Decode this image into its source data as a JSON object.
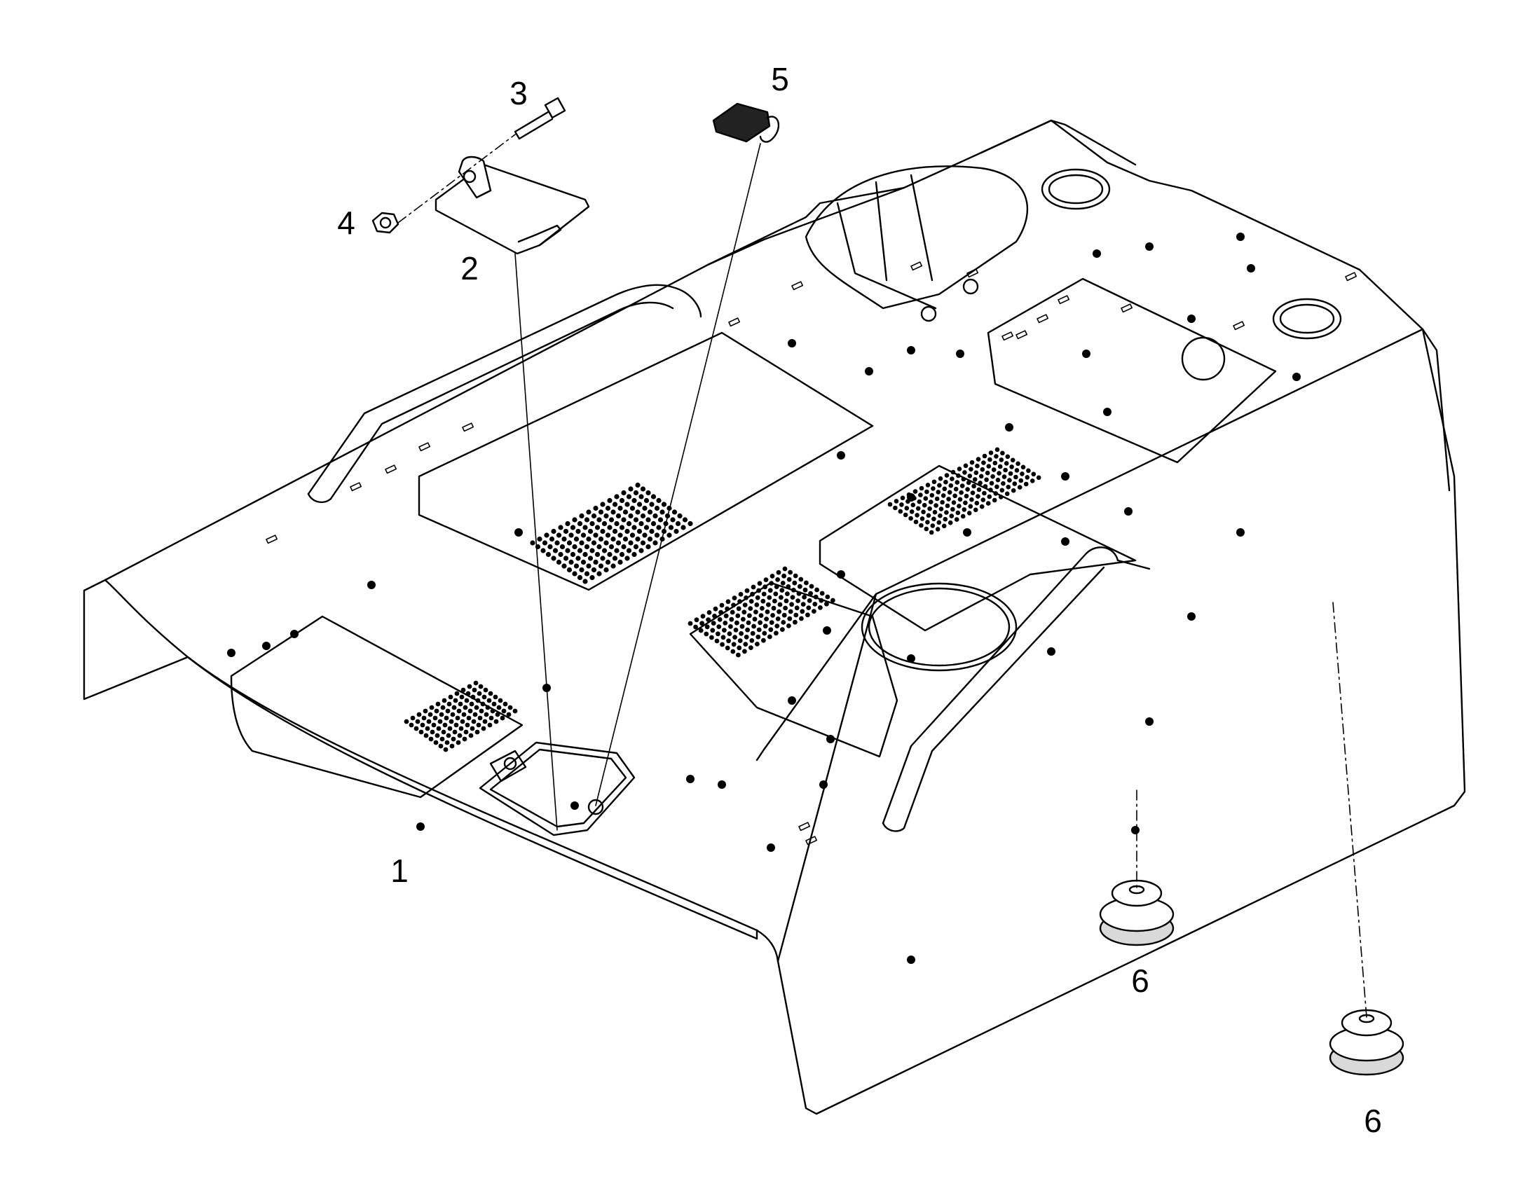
{
  "callouts": [
    {
      "id": "1",
      "label": "1"
    },
    {
      "id": "2",
      "label": "2"
    },
    {
      "id": "3",
      "label": "3"
    },
    {
      "id": "4",
      "label": "4"
    },
    {
      "id": "5",
      "label": "5"
    },
    {
      "id": "6a",
      "label": "6"
    },
    {
      "id": "6b",
      "label": "6"
    }
  ],
  "colors": {
    "ink": "#000000",
    "paper": "#ffffff",
    "shade": "#d9d9d9"
  }
}
